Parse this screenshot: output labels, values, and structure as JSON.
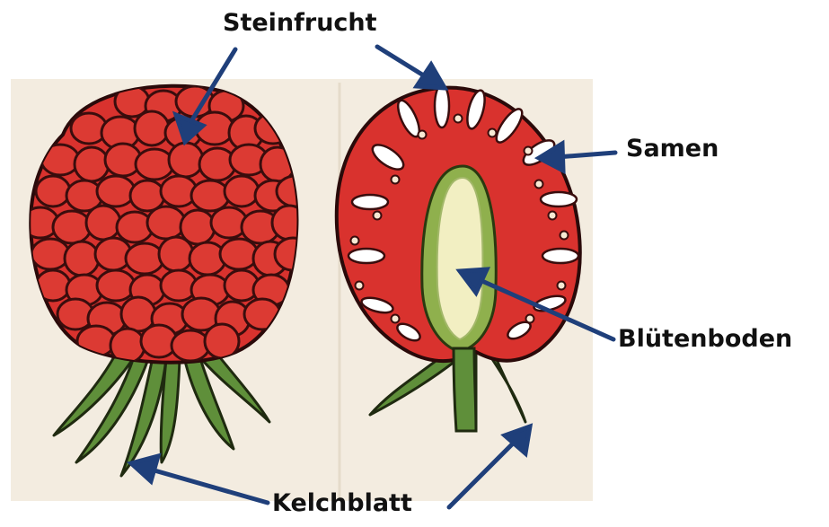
{
  "labels": {
    "drupe": "Steinfrucht",
    "seed": "Samen",
    "receptacle": "Blütenboden",
    "sepal": "Kelchblatt"
  },
  "colors": {
    "fruit_red": "#d9322e",
    "outline": "#2a0a0a",
    "leaf_green": "#5f8f3a",
    "receptacle_cream": "#f2efc2",
    "arrow_blue": "#1f3f7a",
    "paper": "#f3ece0"
  }
}
